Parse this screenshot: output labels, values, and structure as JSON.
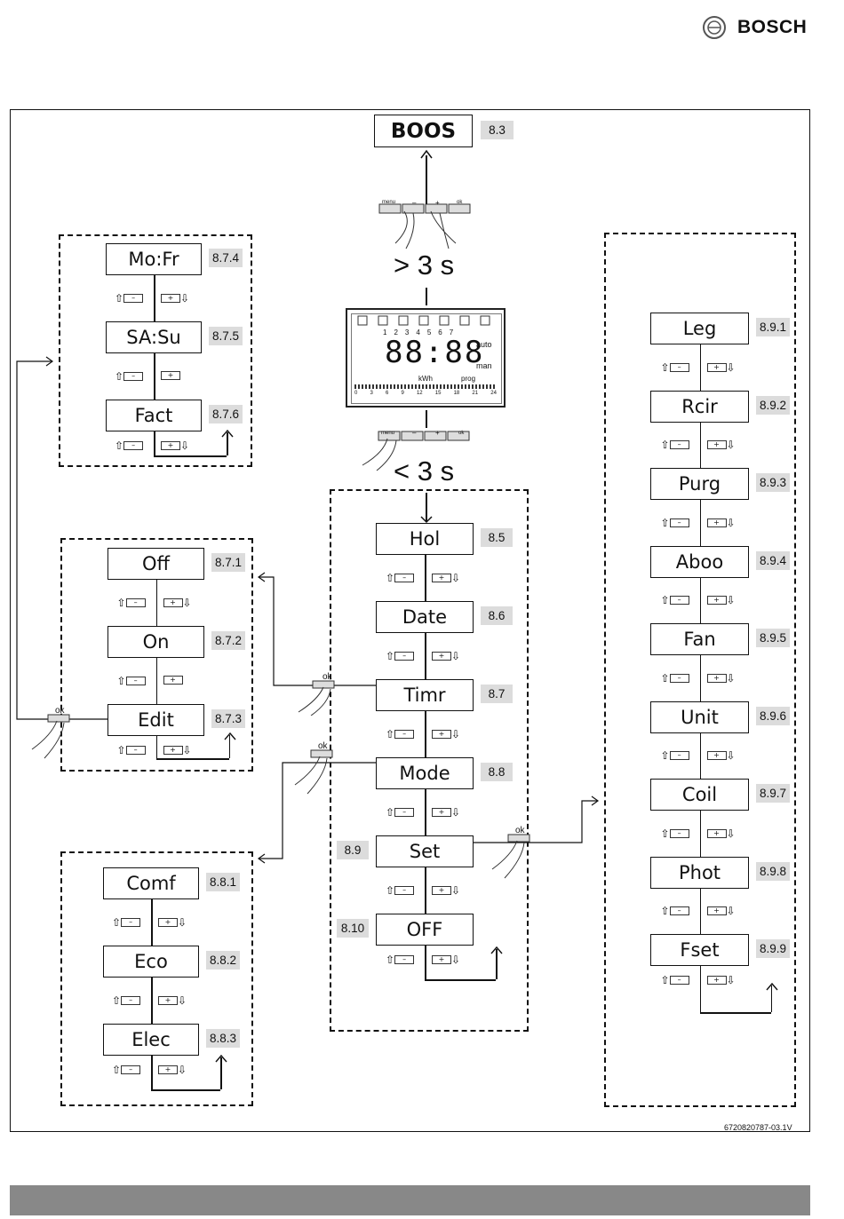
{
  "brand": "BOSCH",
  "doc_number": "6720820787-03.1V",
  "boost": {
    "label": "BOOS",
    "code": "8.3"
  },
  "long_press": "> 3 s",
  "short_press": "< 3 s",
  "panel_buttons": [
    "menu",
    "–",
    "+",
    "ok"
  ],
  "ok_label": "ok",
  "lcd": {
    "digits": "88:88",
    "auto": "auto",
    "man": "man",
    "kwh": "kWh",
    "prog": "prog",
    "icons": [
      "1",
      "2",
      "3",
      "4",
      "5",
      "6",
      "7"
    ],
    "hours": [
      "0",
      "3",
      "6",
      "9",
      "12",
      "15",
      "18",
      "21",
      "24"
    ]
  },
  "main_menu": [
    {
      "label": "Hol",
      "code": "8.5"
    },
    {
      "label": "Date",
      "code": "8.6"
    },
    {
      "label": "Timr",
      "code": "8.7"
    },
    {
      "label": "Mode",
      "code": "8.8"
    },
    {
      "label": "Set",
      "code": "8.9"
    },
    {
      "label": "OFF",
      "code": "8.10"
    }
  ],
  "timer_days": [
    {
      "label": "Mo:Fr",
      "code": "8.7.4"
    },
    {
      "label": "SA:Su",
      "code": "8.7.5"
    },
    {
      "label": "Fact",
      "code": "8.7.6"
    }
  ],
  "timer_menu": [
    {
      "label": "Off",
      "code": "8.7.1"
    },
    {
      "label": "On",
      "code": "8.7.2"
    },
    {
      "label": "Edit",
      "code": "8.7.3"
    }
  ],
  "mode_menu": [
    {
      "label": "Comf",
      "code": "8.8.1"
    },
    {
      "label": "Eco",
      "code": "8.8.2"
    },
    {
      "label": "Elec",
      "code": "8.8.3"
    }
  ],
  "settings_menu": [
    {
      "label": "Leg",
      "code": "8.9.1"
    },
    {
      "label": "Rcir",
      "code": "8.9.2"
    },
    {
      "label": "Purg",
      "code": "8.9.3"
    },
    {
      "label": "Aboo",
      "code": "8.9.4"
    },
    {
      "label": "Fan",
      "code": "8.9.5"
    },
    {
      "label": "Unit",
      "code": "8.9.6"
    },
    {
      "label": "Coil",
      "code": "8.9.7"
    },
    {
      "label": "Phot",
      "code": "8.9.8"
    },
    {
      "label": "Fset",
      "code": "8.9.9"
    }
  ],
  "nav_keys": {
    "up": "⇧",
    "down": "⇩",
    "minus": "–",
    "plus": "+"
  }
}
